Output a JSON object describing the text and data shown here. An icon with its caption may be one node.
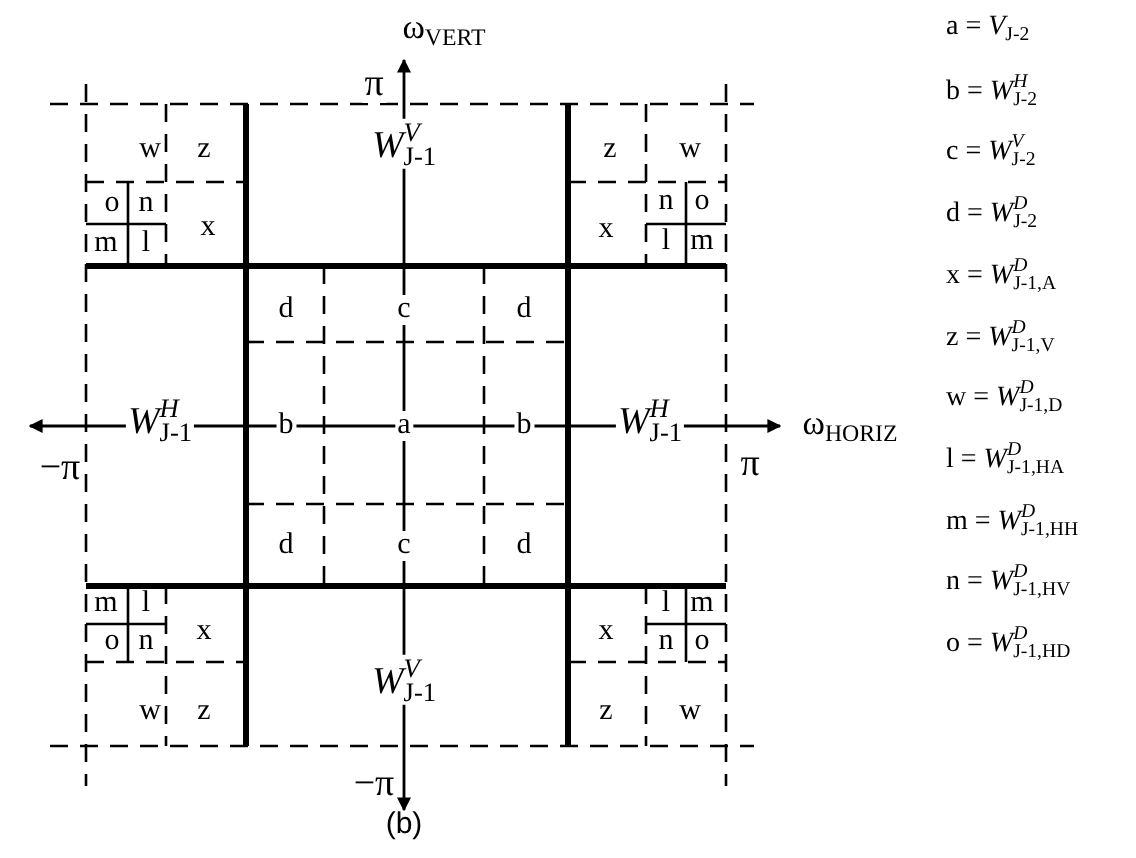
{
  "diagram": {
    "caption": "(b)",
    "labels": [
      "ω$_{VERT}$",
      "π",
      "w",
      "z",
      "*W*$^{V}$$_{J-1}$",
      "z",
      "w",
      "o",
      "n",
      "x",
      "m",
      "l",
      "x",
      "n",
      "o",
      "l",
      "m",
      "d",
      "c",
      "d",
      "*W*$^{H}$$_{J-1}$",
      "b",
      "a",
      "b",
      "*W*$^{H}$$_{J-1}$",
      "ω$_{HORIZ}$",
      "−π",
      "π",
      "d",
      "c",
      "d",
      "m",
      "l",
      "l",
      "m",
      "o",
      "n",
      "x",
      "x",
      "n",
      "o",
      "*W*$^{V}$$_{J-1}$",
      "w",
      "z",
      "z",
      "w",
      "−π",
      "a = *V*$_{J-2}$",
      "b = *W*$^{H}$$_{J-2}$",
      "c = *W*$^{V}$$_{J-2}$",
      "d = *W*$^{D}$$_{J-2}$",
      "x = *W*$^{D}$$_{J-1,A}$",
      "z = *W*$^{D}$$_{J-1,V}$",
      "w = *W*$^{D}$$_{J-1,D}$",
      "l = *W*$^{D}$$_{J-1,HA}$",
      "m = *W*$^{D}$$_{J-1,HH}$",
      "n = *W*$^{D}$$_{J-1,HV}$",
      "o = *W*$^{D}$$_{J-1,HD}$"
    ]
  }
}
